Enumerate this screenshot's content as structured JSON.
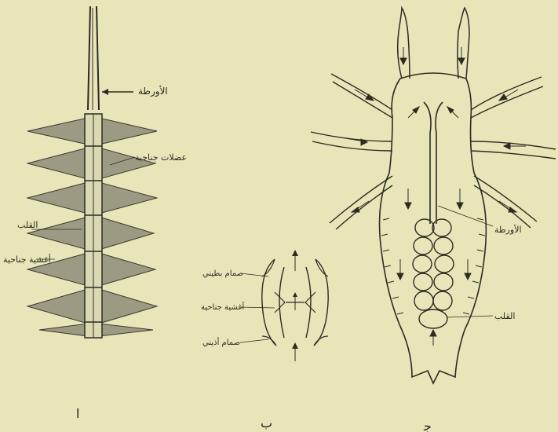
{
  "figure_a": {
    "letter": "ا",
    "labels": {
      "aorta": "الأورطة",
      "wing_muscles": "عضلات جناحية",
      "heart": "القلب",
      "wing_membrane": "أغشية جناحية"
    }
  },
  "figure_b": {
    "letter": "ب",
    "labels": {
      "dorsal_valve": "صمام بطيني",
      "wing_membrane": "أغشية جناحية",
      "ostial_valve": "صمام أذيني"
    }
  },
  "figure_c": {
    "letter": "ﺟ",
    "labels": {
      "aorta": "الأورطة",
      "heart": "القلب"
    }
  }
}
